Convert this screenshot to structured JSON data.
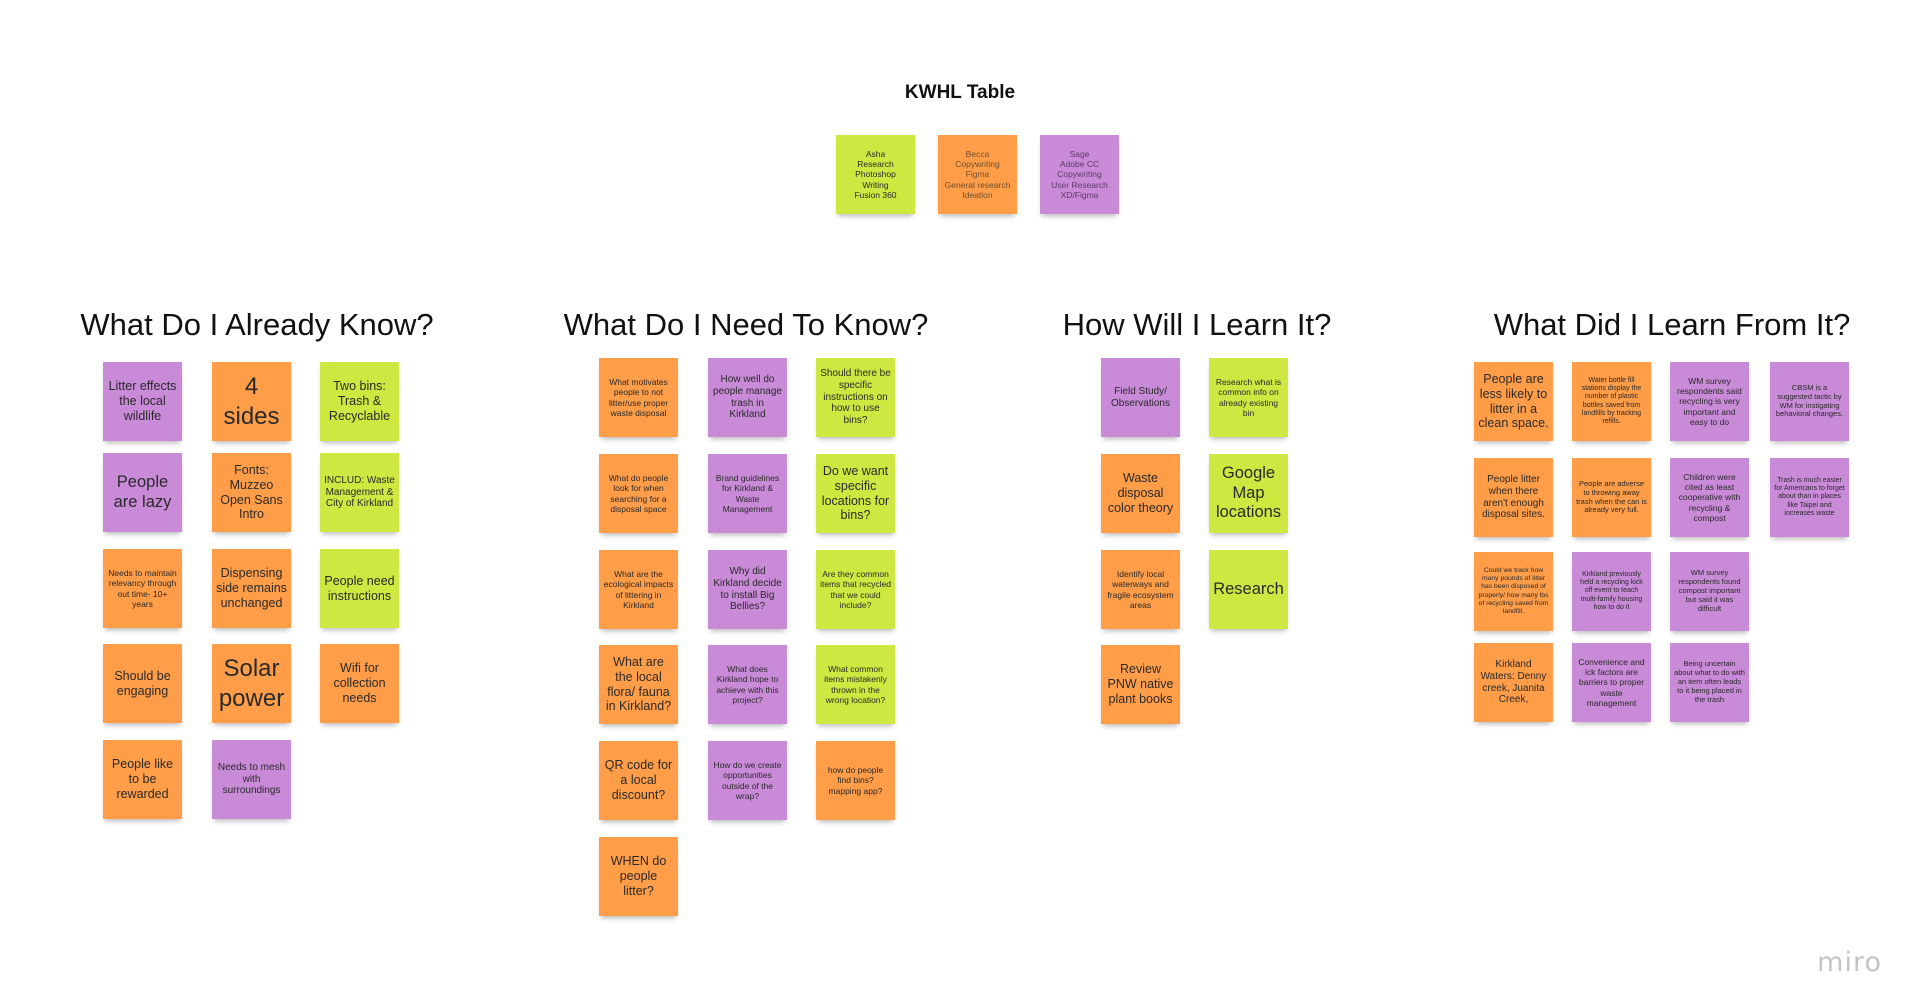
{
  "board": {
    "title": "KWHL Table",
    "logo": "miro"
  },
  "team": [
    {
      "text": "Asha\nResearch\nPhotoshop\nWriting\nFusion 360",
      "color": "green"
    },
    {
      "text": "Becca\nCopywriting\nFigma\nGeneral research\nIdeation",
      "color": "orange"
    },
    {
      "text": "Sage\nAdobe CC\nCopywriting\nUser Research\nXD/Figma",
      "color": "purple"
    }
  ],
  "columns": [
    {
      "title": "What Do I Already Know?",
      "notes": [
        {
          "text": "Litter effects the local wildlife",
          "color": "purple"
        },
        {
          "text": "4 sides",
          "color": "orange"
        },
        {
          "text": "Two bins: Trash & Recyclable",
          "color": "green"
        },
        {
          "text": "People are lazy",
          "color": "purple"
        },
        {
          "text": "Fonts: Muzzeo Open Sans Intro",
          "color": "orange"
        },
        {
          "text": "INCLUD: Waste Management & City of Kirkland",
          "color": "green"
        },
        {
          "text": "Needs to maintain relevancy through out time- 10+ years",
          "color": "orange"
        },
        {
          "text": "Dispensing side remains unchanged",
          "color": "orange"
        },
        {
          "text": "People need instructions",
          "color": "green"
        },
        {
          "text": "Should be engaging",
          "color": "orange"
        },
        {
          "text": "Solar power",
          "color": "orange"
        },
        {
          "text": "Wifi for collection needs",
          "color": "orange"
        },
        {
          "text": "People like to be rewarded",
          "color": "orange"
        },
        {
          "text": "Needs to mesh with surroundings",
          "color": "purple"
        }
      ]
    },
    {
      "title": "What Do I Need To Know?",
      "notes": [
        {
          "text": "What motivates people to not litter/use proper waste disposal",
          "color": "orange"
        },
        {
          "text": "How well do people manage trash in Kirkland",
          "color": "purple"
        },
        {
          "text": "Should there be specific instructions on how to use bins?",
          "color": "green"
        },
        {
          "text": "What do people look for when searching for a disposal space",
          "color": "orange"
        },
        {
          "text": "Brand guidelines for Kirkland & Waste Management",
          "color": "purple"
        },
        {
          "text": "Do we want specific locations for bins?",
          "color": "green"
        },
        {
          "text": "What are the ecological impacts of littering in Kirkland",
          "color": "orange"
        },
        {
          "text": "Why did Kirkland decide to install Big Bellies?",
          "color": "purple"
        },
        {
          "text": "Are they common items that recycled that we could include?",
          "color": "green"
        },
        {
          "text": "What are the local flora/ fauna in Kirkland?",
          "color": "orange"
        },
        {
          "text": "What does Kirkland hope to achieve with this project?",
          "color": "purple"
        },
        {
          "text": "What common items mistakenly thrown in the wrong location?",
          "color": "green"
        },
        {
          "text": "QR code for a local discount?",
          "color": "orange"
        },
        {
          "text": "How do we create opportunities outside of the wrap?",
          "color": "purple"
        },
        {
          "text": "how do people find bins? mapping app?",
          "color": "orange"
        },
        {
          "text": "WHEN do people litter?",
          "color": "orange"
        }
      ]
    },
    {
      "title": "How Will I Learn It?",
      "notes": [
        {
          "text": "Field Study/ Observations",
          "color": "purple"
        },
        {
          "text": "Research what is common info on already existing bin",
          "color": "green"
        },
        {
          "text": "Waste disposal color theory",
          "color": "orange"
        },
        {
          "text": "Google Map locations",
          "color": "green"
        },
        {
          "text": "Identify local waterways and fragile ecosystem areas",
          "color": "orange"
        },
        {
          "text": "Research",
          "color": "green"
        },
        {
          "text": "Review PNW native plant books",
          "color": "orange"
        }
      ]
    },
    {
      "title": "What Did I Learn From It?",
      "notes": [
        {
          "text": "People are less likely to litter in a clean space.",
          "color": "orange"
        },
        {
          "text": "Water bottle fill stations display the number of plastic bottles saved from landfills by tracking refills.",
          "color": "orange"
        },
        {
          "text": "WM survey respondents said recycling is very important and easy to do",
          "color": "purple"
        },
        {
          "text": "CBSM is a suggested tactic by WM for instigating behavioral changes.",
          "color": "purple"
        },
        {
          "text": "People litter when there aren't enough disposal sites.",
          "color": "orange"
        },
        {
          "text": "People are adverse to throwing away trash when the can is already very full.",
          "color": "orange"
        },
        {
          "text": "Children were cited as least cooperative with recycling & compost",
          "color": "purple"
        },
        {
          "text": "Trash is much easier for Americans to forget about than in places like Taipei and increases waste",
          "color": "purple"
        },
        {
          "text": "Could we track how many pounds of litter has been disposed of properly/ how many lbs of recycling saved from landfill.",
          "color": "orange"
        },
        {
          "text": "Kirkland previously held a recycling kick off event to teach multi-family housing how to do it",
          "color": "purple"
        },
        {
          "text": "WM survey respondents found compost important but said it was difficult",
          "color": "purple"
        },
        {
          "text": "Kirkland Waters: Denny creek, Juanita Creek,",
          "color": "orange"
        },
        {
          "text": "Convenience and ick factors are barriers to proper waste management",
          "color": "purple"
        },
        {
          "text": "Being uncertain about what to do with an item often leads to it being placed in the trash",
          "color": "purple"
        }
      ]
    }
  ],
  "colors": {
    "orange": "#ff9d48",
    "purple": "#c98ad8",
    "green": "#cee741",
    "background": "#ffffff"
  }
}
